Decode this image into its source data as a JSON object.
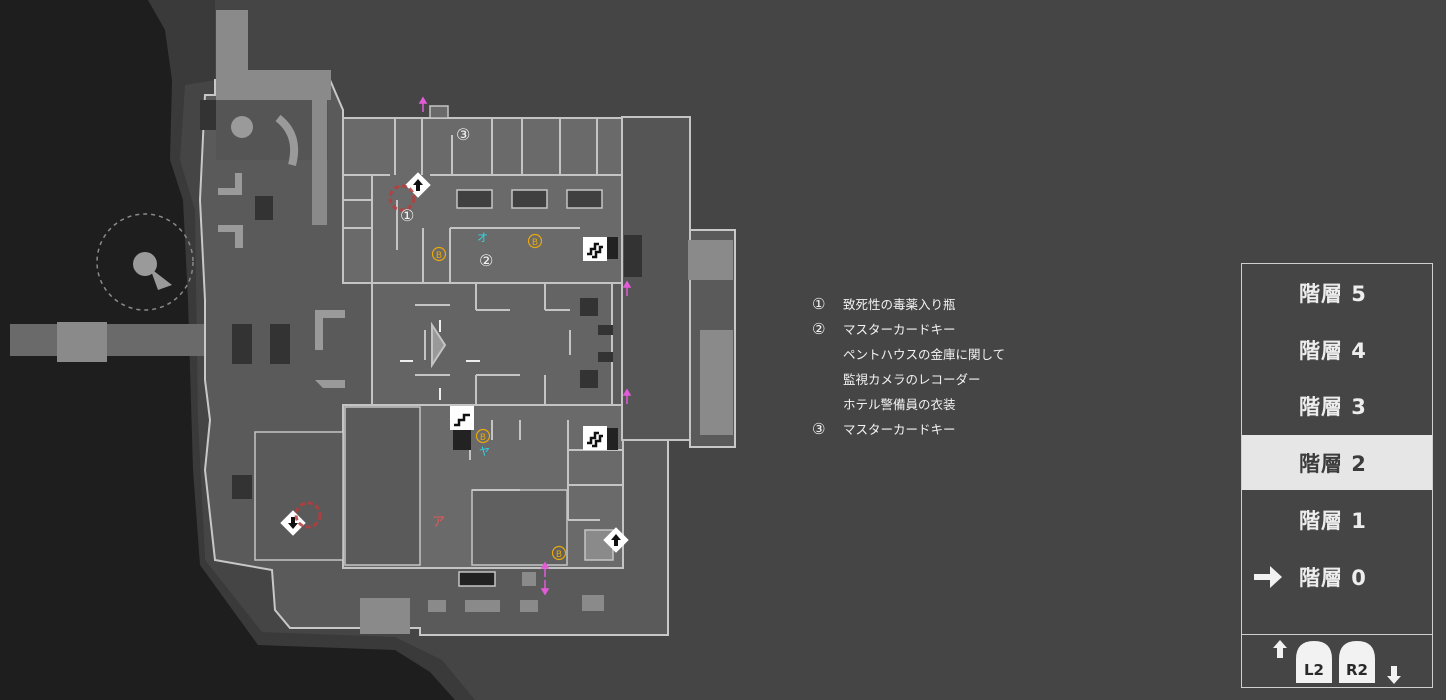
{
  "map": {
    "markers": {
      "item_1": "①",
      "item_2": "②",
      "item_3": "③",
      "b1": "B",
      "b2": "B",
      "b3": "B",
      "b4": "B",
      "o": "オ",
      "ya": "ヤ",
      "a": "ア"
    }
  },
  "legend": {
    "items": [
      {
        "num": "①",
        "text": "致死性の毒薬入り瓶"
      },
      {
        "num": "②",
        "text": "マスターカードキー"
      },
      {
        "num": "",
        "text": "ペントハウスの金庫に関して"
      },
      {
        "num": "",
        "text": "監視カメラのレコーダー"
      },
      {
        "num": "",
        "text": "ホテル警備員の衣装"
      },
      {
        "num": "③",
        "text": "マスターカードキー"
      }
    ]
  },
  "floors": {
    "items": [
      {
        "label": "階層 5",
        "active": false,
        "current": false
      },
      {
        "label": "階層 4",
        "active": false,
        "current": false
      },
      {
        "label": "階層 3",
        "active": false,
        "current": false
      },
      {
        "label": "階層 2",
        "active": true,
        "current": false
      },
      {
        "label": "階層 1",
        "active": false,
        "current": false
      },
      {
        "label": "階層 0",
        "active": false,
        "current": true
      }
    ],
    "controls": {
      "left_button": "L2",
      "right_button": "R2"
    }
  },
  "colors": {
    "background": "#454545",
    "water": "#1e1e1e",
    "building": "#5e5e5e",
    "room": "#6a6a6a",
    "wall": "#c4c4c4",
    "pink_arrow": "#e35bd8",
    "cyan_marker": "#2fd6e6",
    "orange_marker": "#e8a90f",
    "red_marker": "#e35959"
  }
}
